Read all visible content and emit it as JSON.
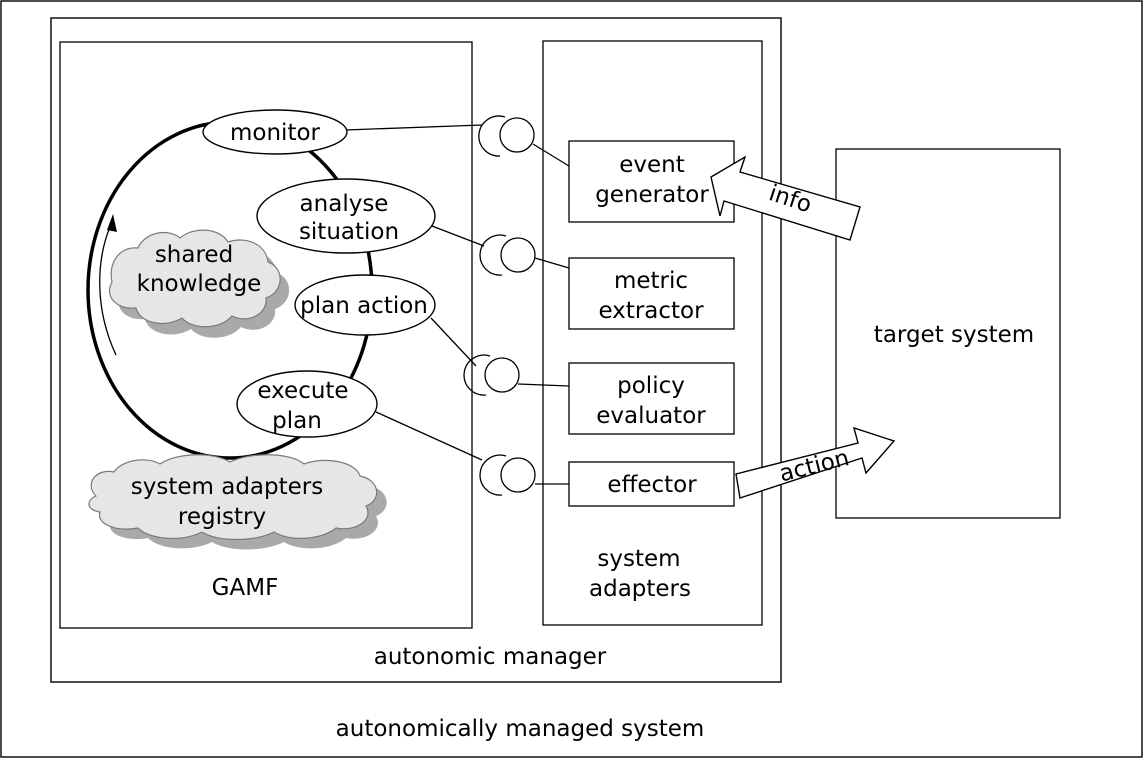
{
  "outer": {
    "label": "autonomically managed system"
  },
  "manager": {
    "label": "autonomic manager"
  },
  "gamf": {
    "label": "GAMF",
    "loop": {
      "monitor": [
        "monitor"
      ],
      "analyse": [
        "analyse",
        "situation"
      ],
      "plan": [
        "plan action"
      ],
      "execute": [
        "execute",
        "plan"
      ]
    },
    "clouds": {
      "shared_knowledge": [
        "shared",
        "knowledge"
      ],
      "registry": [
        "system adapters",
        "registry"
      ]
    }
  },
  "adapters": {
    "label": [
      "system",
      "adapters"
    ],
    "event_generator": [
      "event",
      "generator"
    ],
    "metric_extractor": [
      "metric",
      "extractor"
    ],
    "policy_evaluator": [
      "policy",
      "evaluator"
    ],
    "effector": [
      "effector"
    ]
  },
  "target": {
    "label": "target system"
  },
  "arrows": {
    "info": "info",
    "action": "action"
  },
  "colors": {
    "cloud_fill": "#e6e6e6",
    "cloud_shadow": "#a9a9a9",
    "stroke": "#000000"
  }
}
